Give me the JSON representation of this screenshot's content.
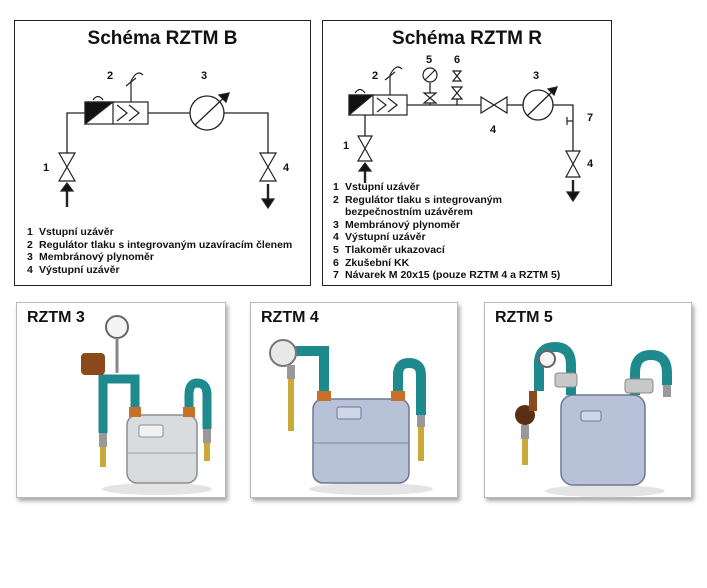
{
  "schema_b": {
    "title": "Schéma RZTM B",
    "labels": [
      "1",
      "2",
      "3",
      "4"
    ],
    "legend": [
      {
        "num": "1",
        "text": "Vstupní uzávěr"
      },
      {
        "num": "2",
        "text": "Regulátor tlaku s integrovaným uzavíracím členem"
      },
      {
        "num": "3",
        "text": "Membránový plynoměr"
      },
      {
        "num": "4",
        "text": "Výstupní uzávěr"
      }
    ]
  },
  "schema_r": {
    "title": "Schéma RZTM R",
    "labels": [
      "1",
      "2",
      "3",
      "4",
      "5",
      "6",
      "7",
      "4"
    ],
    "legend": [
      {
        "num": "1",
        "text": "Vstupní uzávěr"
      },
      {
        "num": "2",
        "text": "Regulátor tlaku s integrovaným"
      },
      {
        "num": "",
        "text": "bezpečnostním uzávěrem"
      },
      {
        "num": "3",
        "text": "Membránový plynoměr"
      },
      {
        "num": "4",
        "text": "Výstupní uzávěr"
      },
      {
        "num": "5",
        "text": "Tlakoměr ukazovací"
      },
      {
        "num": "6",
        "text": "Zkušební KK"
      },
      {
        "num": "7",
        "text": "Návarek M 20x15 (pouze RZTM 4 a RZTM 5)"
      }
    ]
  },
  "photos": [
    {
      "title": "RZTM 3"
    },
    {
      "title": "RZTM 4"
    },
    {
      "title": "RZTM 5"
    }
  ],
  "colors": {
    "pipe": "#1f8a8e",
    "meter_silver": "#d9dcdf",
    "meter_blue": "#b7c2d8",
    "brass": "#c9a93a",
    "flange": "#c8702a"
  }
}
